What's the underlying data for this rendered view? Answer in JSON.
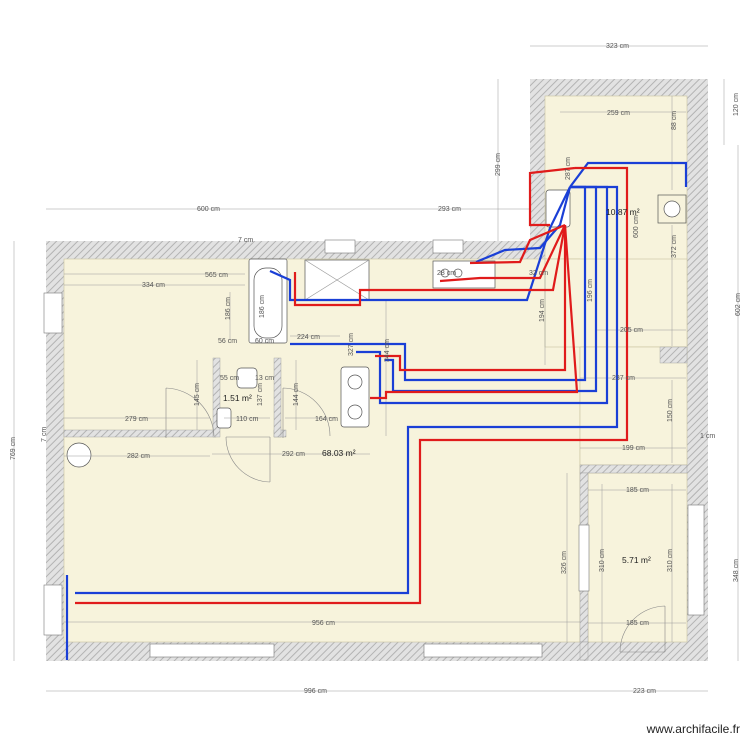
{
  "colors": {
    "floor": "#f7f3dc",
    "wall_hatch": "#bdbdbd",
    "dimension_line": "#9a9a9a",
    "cold_water_pipe": "#1a3fd6",
    "hot_water_pipe": "#e01b1b"
  },
  "areas": {
    "main": "68.03 m²",
    "kitchen_corner": "10.87 m²",
    "bedroom": "5.71 m²",
    "wc": "1.51 m²"
  },
  "dimensions": {
    "top_323": "323 cm",
    "d_120": "120 cm",
    "d_259": "259 cm",
    "d_88": "88 cm",
    "d_299": "299 cm",
    "d_287": "287 cm",
    "d_600_top": "600 cm",
    "d_293": "293 cm",
    "d_7_top": "7 cm",
    "d_565": "565 cm",
    "d_334": "334 cm",
    "d_32": "32 cm",
    "d_28": "28 cm",
    "d_600_v": "600 cm",
    "d_372": "372 cm",
    "d_602": "602 cm",
    "d_186a": "186 cm",
    "d_186b": "186 cm",
    "d_56": "56 cm",
    "d_60": "60 cm",
    "d_224": "224 cm",
    "d_327": "327 cm",
    "d_194": "194 cm",
    "d_344": "344 cm",
    "d_196": "196 cm",
    "d_205": "205 cm",
    "d_237": "237 cm",
    "d_55": "55 cm",
    "d_13": "13 cm",
    "d_145": "145 cm",
    "d_137": "137 cm",
    "d_144": "144 cm",
    "d_150": "150 cm",
    "d_279": "279 cm",
    "d_110": "110 cm",
    "d_164": "164 cm",
    "d_7_left": "7 cm",
    "d_1": "1 cm",
    "d_769": "769 cm",
    "d_282": "282 cm",
    "d_292": "292 cm",
    "d_199": "199 cm",
    "d_185a": "185 cm",
    "d_326": "326 cm",
    "d_310a": "310 cm",
    "d_310b": "310 cm",
    "d_348": "348 cm",
    "d_956": "956 cm",
    "d_185b": "185 cm",
    "d_996": "996 cm",
    "d_223": "223 cm"
  },
  "credit": "www.archifacile.fr"
}
